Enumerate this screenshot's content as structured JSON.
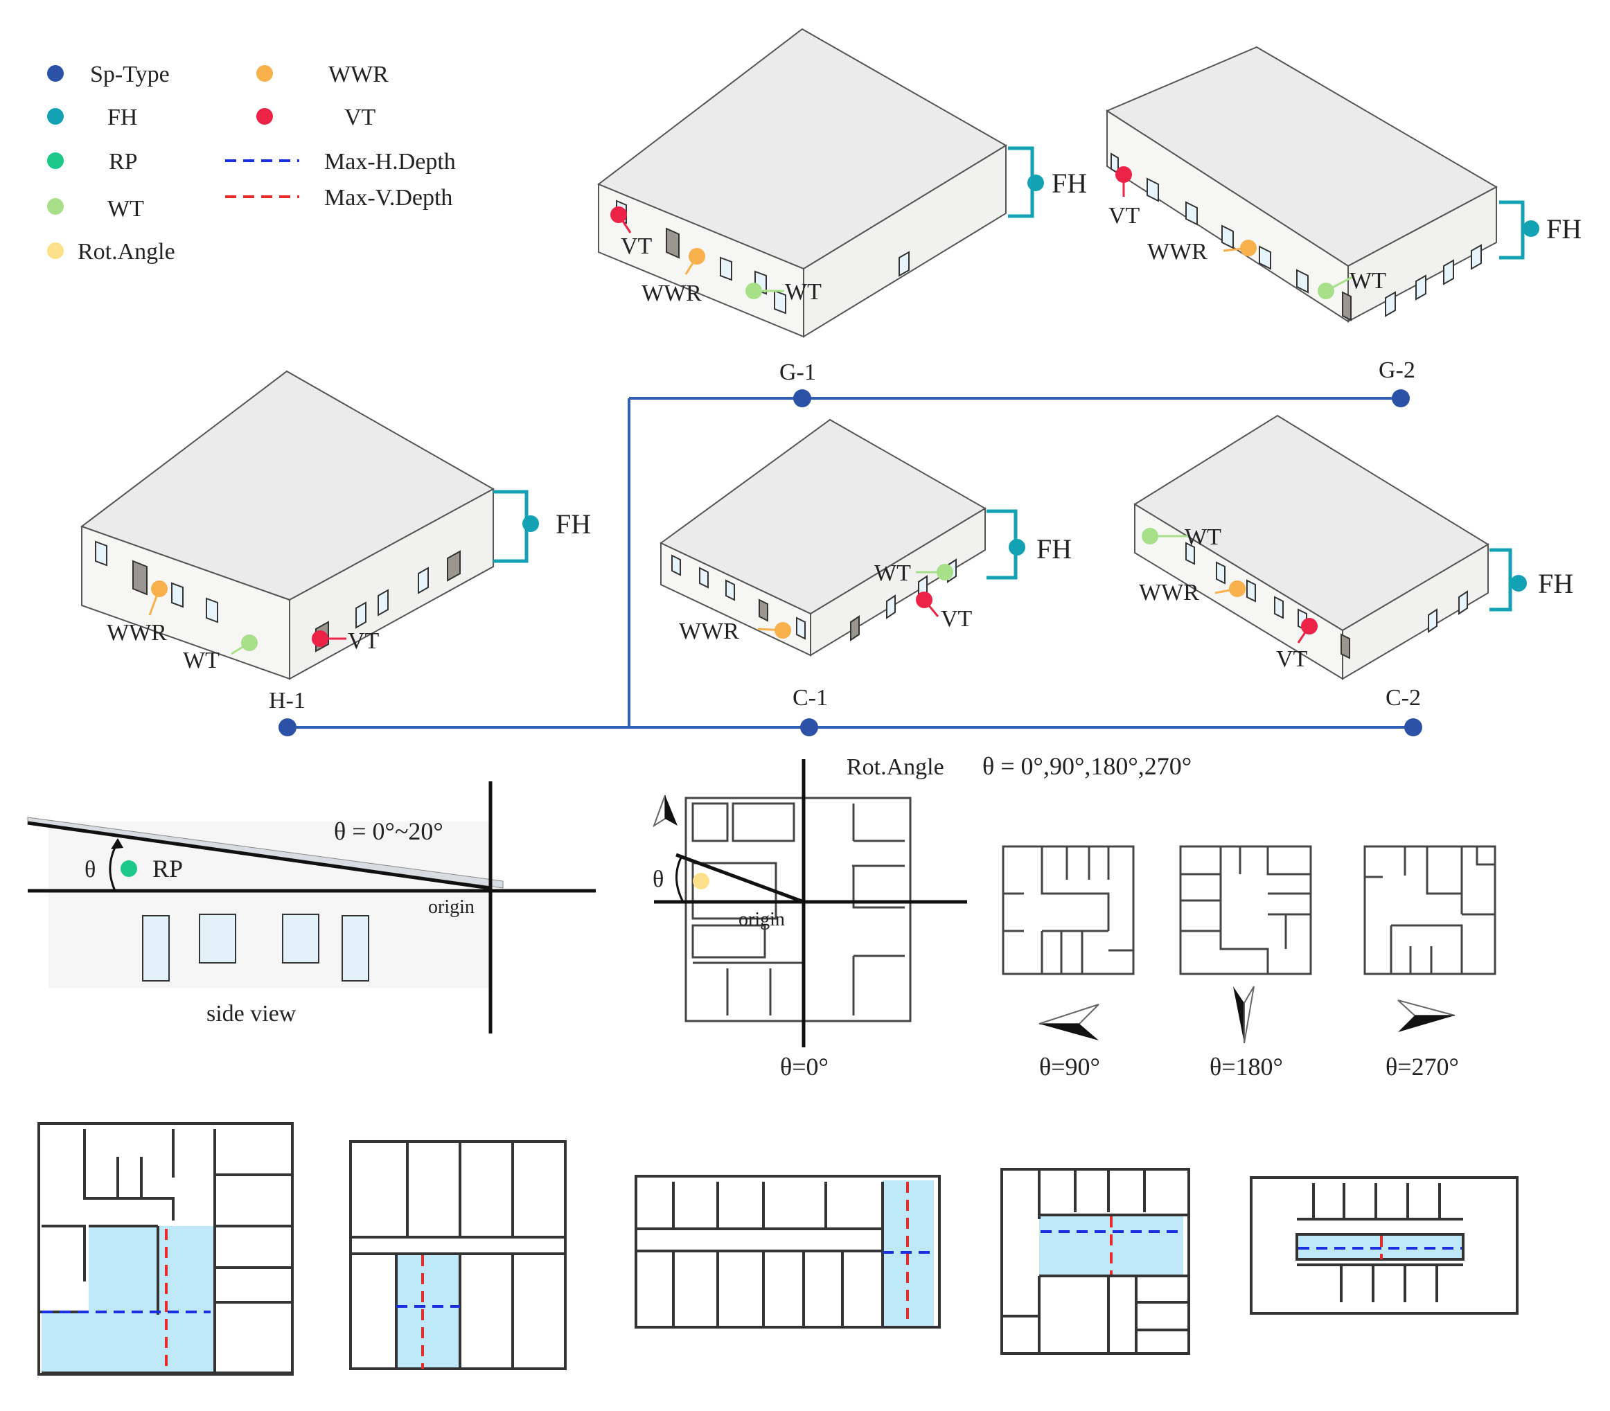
{
  "colors": {
    "sp_type": "#2b52a6",
    "fh": "#12a2b4",
    "rp": "#1dc98a",
    "wt": "#a8e08a",
    "rot_angle": "#fde08c",
    "wwr": "#f8b04a",
    "vt": "#ec2247",
    "max_h_depth": "#1a2fe0",
    "max_v_depth": "#e82a2a",
    "tree_line": "#2f5fb5",
    "highlight": "#bfe9f8",
    "wall": "#333333",
    "roof": "#ebebeb"
  },
  "legend": [
    {
      "label": "Sp-Type",
      "color": "sp_type",
      "kind": "dot"
    },
    {
      "label": "FH",
      "color": "fh",
      "kind": "dot"
    },
    {
      "label": "RP",
      "color": "rp",
      "kind": "dot"
    },
    {
      "label": "WT",
      "color": "wt",
      "kind": "dot"
    },
    {
      "label": "Rot.Angle",
      "color": "rot_angle",
      "kind": "dot"
    },
    {
      "label": "WWR",
      "color": "wwr",
      "kind": "dot"
    },
    {
      "label": "VT",
      "color": "vt",
      "kind": "dot"
    },
    {
      "label": "Max-H.Depth",
      "color": "max_h_depth",
      "kind": "dash"
    },
    {
      "label": "Max-V.Depth",
      "color": "max_v_depth",
      "kind": "dash"
    }
  ],
  "buildings": [
    {
      "id": "G-1",
      "label": "G-1",
      "fh_label": "FH",
      "tags": {
        "vt": "VT",
        "wwr": "WWR",
        "wt": "WT"
      }
    },
    {
      "id": "G-2",
      "label": "G-2",
      "fh_label": "FH",
      "tags": {
        "vt": "VT",
        "wwr": "WWR",
        "wt": "WT"
      }
    },
    {
      "id": "H-1",
      "label": "H-1",
      "fh_label": "FH",
      "tags": {
        "wwr": "WWR",
        "wt": "WT",
        "vt": "VT"
      }
    },
    {
      "id": "C-1",
      "label": "C-1",
      "fh_label": "FH",
      "tags": {
        "wt": "WT",
        "vt": "VT",
        "wwr": "WWR"
      }
    },
    {
      "id": "C-2",
      "label": "C-2",
      "fh_label": "FH",
      "tags": {
        "wt": "WT",
        "wwr": "WWR",
        "vt": "VT"
      }
    }
  ],
  "side_view": {
    "theta_symbol": "θ",
    "rp_label": "RP",
    "range_label": "θ = 0°~20°",
    "origin_label": "origin",
    "caption": "side view"
  },
  "rotation": {
    "title": "Rot.Angle",
    "formula": "θ = 0°,90°,180°,270°",
    "theta_symbol": "θ",
    "origin_label": "origin",
    "angles": [
      "θ=0°",
      "θ=90°",
      "θ=180°",
      "θ=270°"
    ]
  }
}
